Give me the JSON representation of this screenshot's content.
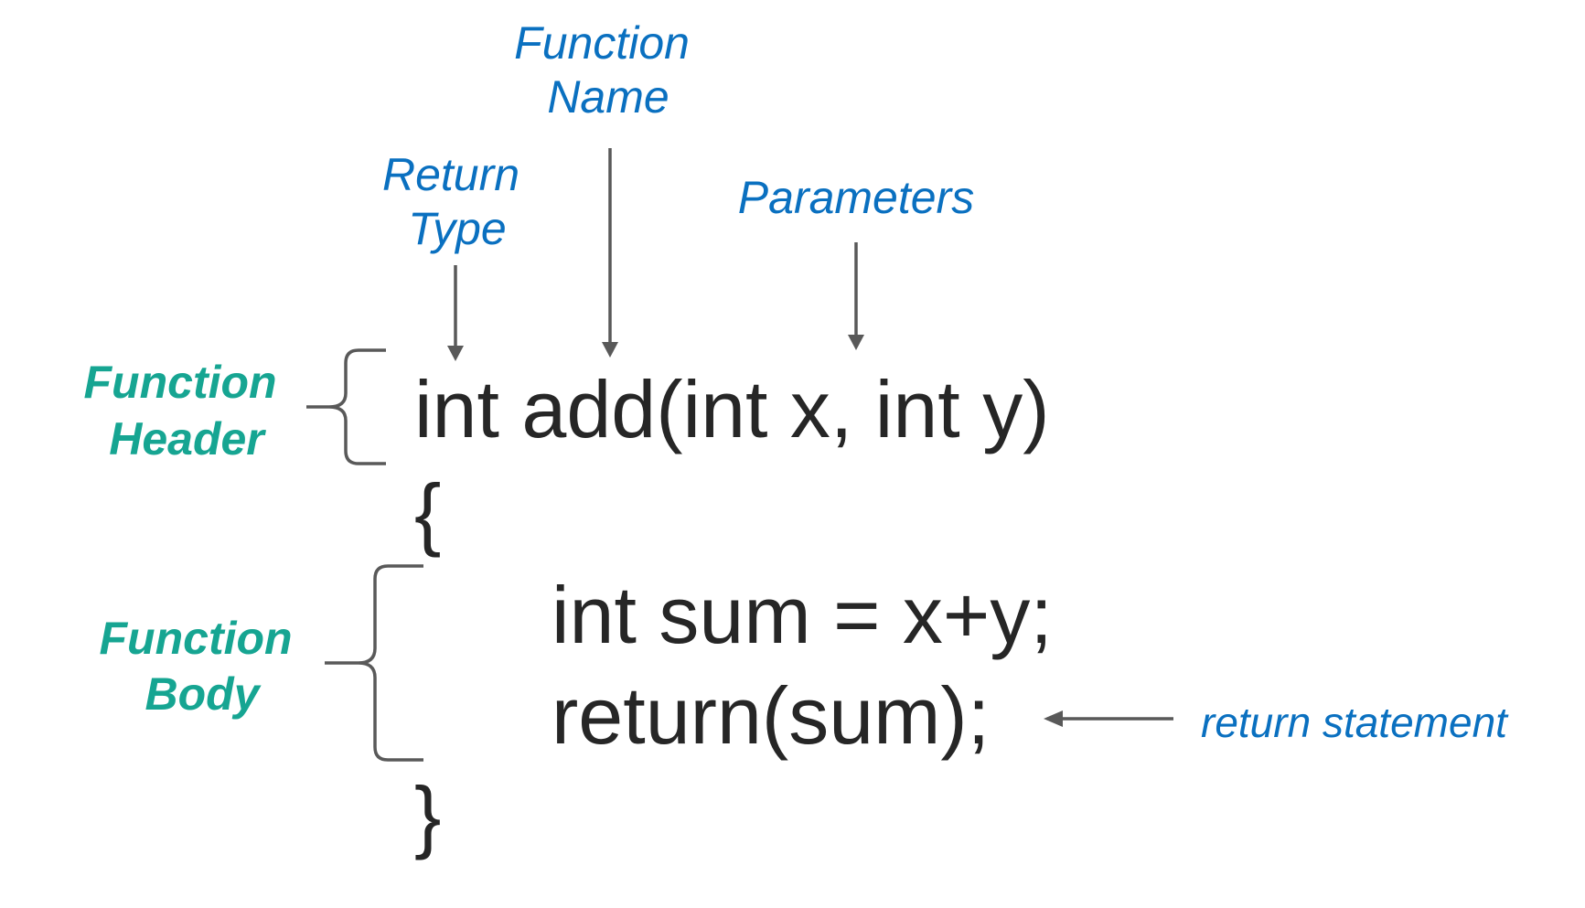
{
  "labels": {
    "function_name": [
      "Function",
      "Name"
    ],
    "return_type": [
      "Return",
      "Type"
    ],
    "parameters": "Parameters",
    "function_header": [
      "Function",
      "Header"
    ],
    "function_body": [
      "Function",
      "Body"
    ],
    "return_statement": "return statement"
  },
  "code": {
    "header": "int add(int x, int y)",
    "open_brace": "{",
    "body_line_1": "int sum = x+y;",
    "body_line_2": "return(sum);",
    "close_brace": "}"
  },
  "colors": {
    "annotation_blue": "#0a70c0",
    "annotation_teal": "#16a592",
    "code_text": "#262626",
    "connector_gray": "#595959"
  }
}
